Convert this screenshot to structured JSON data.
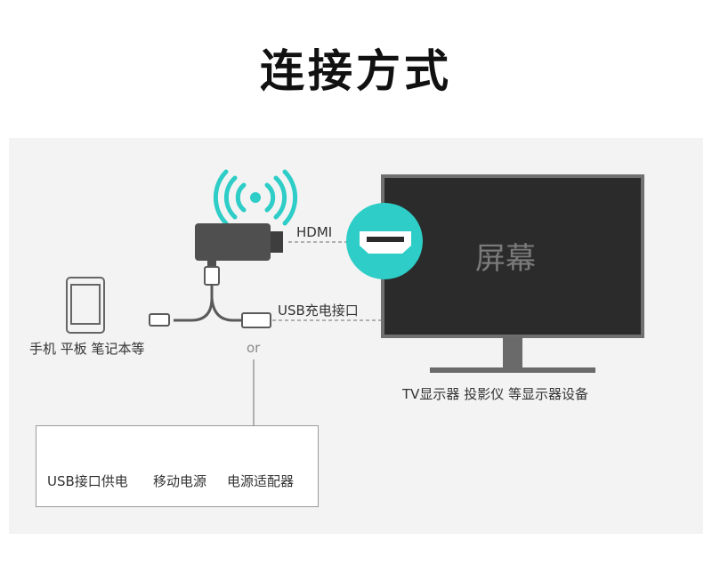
{
  "title": "连接方式",
  "labels": {
    "hdmi": "HDMI",
    "screen": "屏幕",
    "usb_charge": "USB充电接口",
    "devices": "手机 平板 笔记本等",
    "or": "or",
    "tv": "TV显示器 投影仪 等显示器设备"
  },
  "power_options": [
    "USB接口供电",
    "移动电源",
    "电源适配器"
  ],
  "icons": [
    "wifi-signal-icon",
    "dongle-icon",
    "hdmi-port-icon",
    "phone-icon",
    "usb-cable-icon",
    "monitor-icon",
    "usb-port-icon",
    "power-bank-icon",
    "power-adapter-icon"
  ],
  "colors": {
    "accent": "#2ecdc7",
    "device": "#4f4f4f",
    "screen": "#2b2b2b"
  }
}
